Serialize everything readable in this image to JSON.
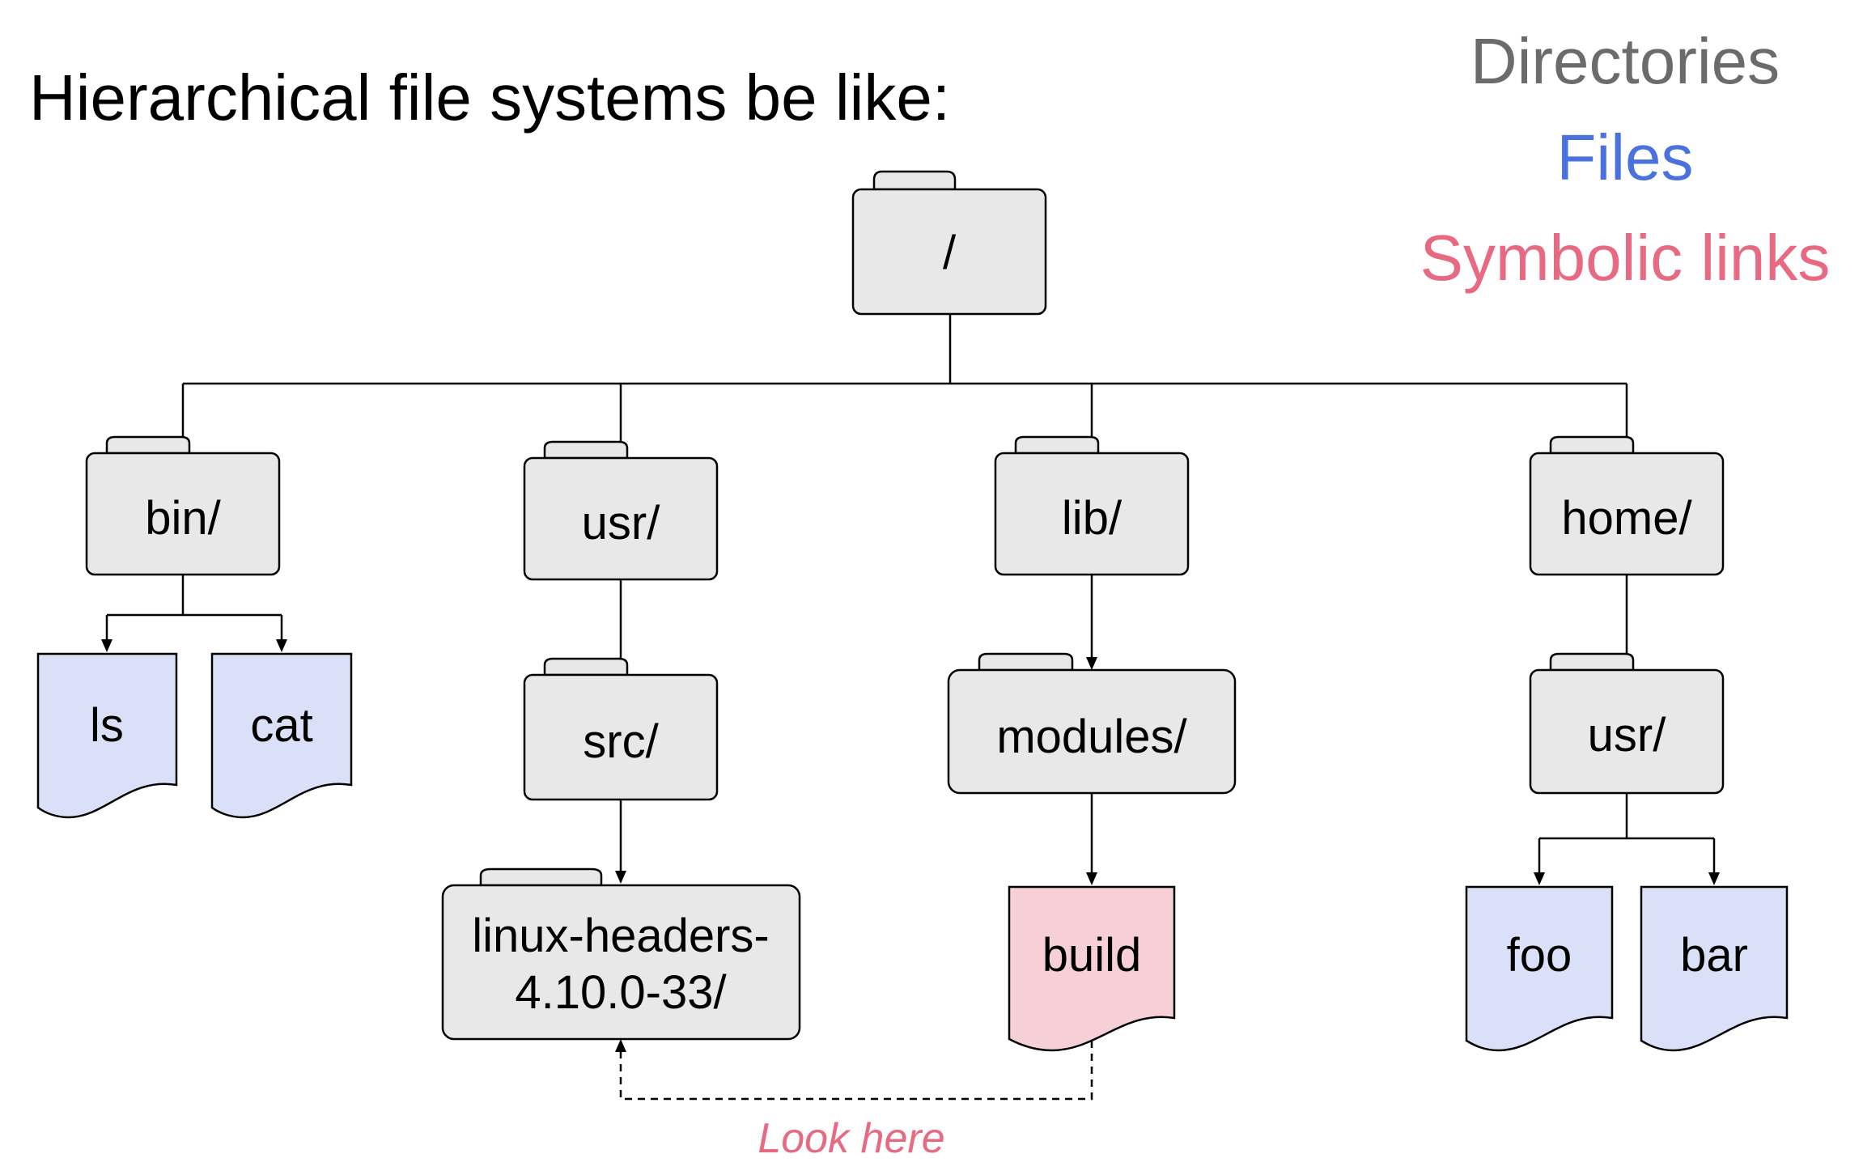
{
  "title": "Hierarchical file systems be like:",
  "legend": {
    "directories": "Directories",
    "files": "Files",
    "symlinks": "Symbolic links"
  },
  "colors": {
    "directory_fill": "#e8e8e8",
    "file_fill": "#dae0f7",
    "symlink_fill": "#f6d0d6",
    "legend_directories": "#6b6b6b",
    "legend_files": "#4a72de",
    "legend_symlinks": "#e86a82",
    "caption": "#e86a82"
  },
  "nodes": {
    "root": "/",
    "bin": "bin/",
    "usr": "usr/",
    "lib": "lib/",
    "home": "home/",
    "ls": "ls",
    "cat": "cat",
    "src": "src/",
    "modules": "modules/",
    "home_usr": "usr/",
    "linux_headers_line1": "linux-headers-",
    "linux_headers_line2": "4.10.0-33/",
    "build": "build",
    "foo": "foo",
    "bar": "bar"
  },
  "symlink_caption": "Look here"
}
